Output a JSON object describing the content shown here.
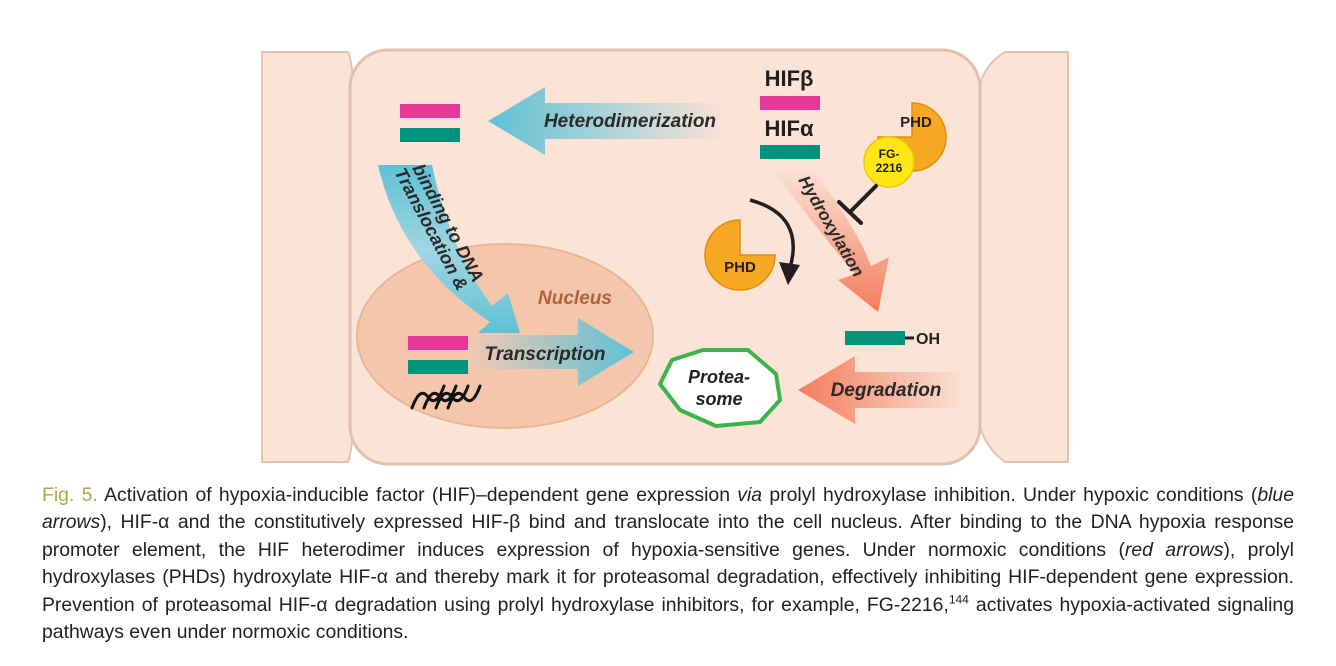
{
  "diagram": {
    "labels": {
      "hif_beta": "HIFβ",
      "hif_alpha": "HIFα",
      "heterodimerization": "Heterodimerization",
      "translocation_line1": "Translocation &",
      "translocation_line2": "binding to DNA",
      "nucleus": "Nucleus",
      "transcription": "Transcription",
      "proteasome_line1": "Protea-",
      "proteasome_line2": "some",
      "hydroxylation": "Hydroxylation",
      "phd_top": "PHD",
      "phd_bottom": "PHD",
      "inhibitor_line1": "FG-",
      "inhibitor_line2": "2216",
      "oh": "OH",
      "degradation": "Degradation"
    },
    "colors": {
      "hif_beta": "#e5399a",
      "hif_alpha": "#00927a",
      "cell": "#fbe3d6",
      "nucleus": "#f4c7ad",
      "phd": "#f7a823",
      "inhibitor": "#ffe617",
      "proteasome_border": "#3db449",
      "blue_arrow": "#6dc6d8",
      "red_arrow": "#f58c6b"
    }
  },
  "caption": {
    "fig_number": "Fig. 5.",
    "part1": "Activation of hypoxia-inducible factor (HIF)–dependent gene expression ",
    "via": "via",
    "part2": " prolyl hydroxylase inhibition. Under hypoxic conditions (",
    "blue_arrows": "blue arrows",
    "part3": "), HIF-α and the constitutively expressed HIF-β bind and translocate into the cell nucleus. After binding to the DNA hypoxia response promoter element, the HIF heterodimer induces expression of hypoxia-sensitive genes. Under normoxic conditions (",
    "red_arrows": "red arrows",
    "part4": "), prolyl hydroxylases (PHDs) hydroxylate HIF-α and thereby mark it for proteasomal degradation, effectively inhibiting HIF-dependent gene expression. Prevention of proteasomal HIF-α degradation using prolyl hydroxylase inhibitors, for example, FG-2216,",
    "ref": "144",
    "part5": " activates hypoxia-activated signaling pathways even under normoxic conditions."
  }
}
